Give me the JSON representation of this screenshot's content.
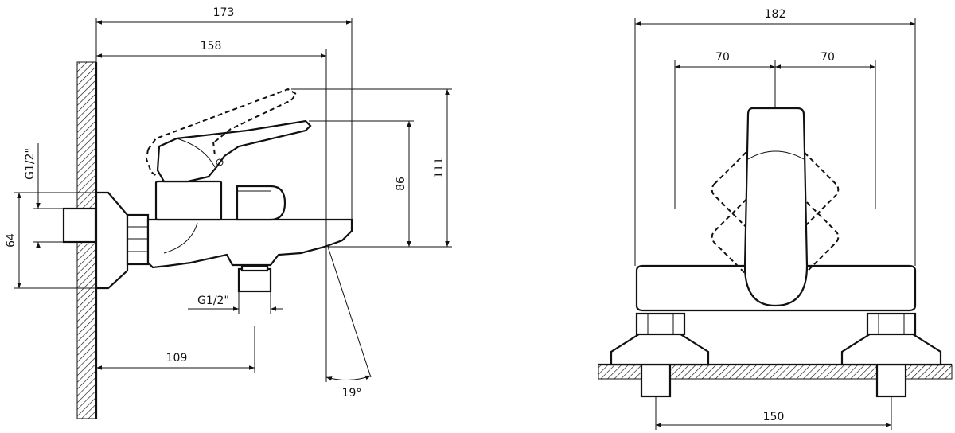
{
  "side_view": {
    "dim_total_width": "173",
    "dim_spout_reach": "158",
    "dim_height_lever": "86",
    "dim_height_raised": "111",
    "dim_thread_wall": "G1/2\"",
    "dim_thread_outlet": "G1/2\"",
    "dim_wall_height": "64",
    "dim_outlet_offset": "109",
    "dim_angle": "19°"
  },
  "front_view": {
    "dim_total_width": "182",
    "dim_left_swing": "70",
    "dim_right_swing": "70",
    "dim_centers": "150"
  },
  "colors": {
    "line": "#111111",
    "background": "#ffffff"
  }
}
